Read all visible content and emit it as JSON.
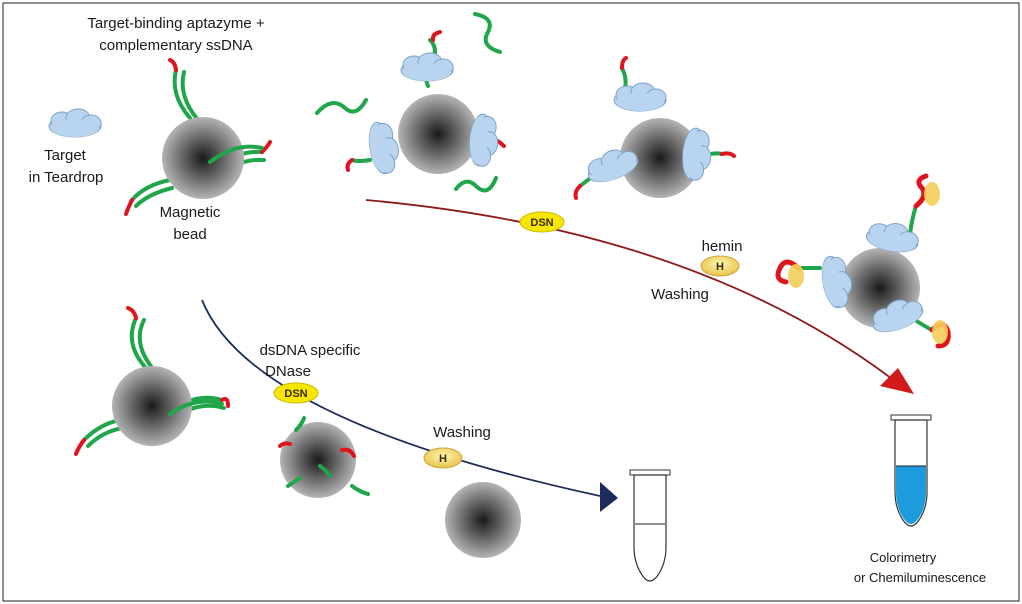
{
  "labels": {
    "aptazyme_line1": "Target-binding aptazyme +",
    "aptazyme_line2": "complementary ssDNA",
    "target_line1": "Target",
    "target_line2": "in Teardrop",
    "bead_line1": "Magnetic",
    "bead_line2": "bead",
    "dsdna_line1": "dsDNA specific",
    "dsdna_line2": "DNase",
    "washing_top": "Washing",
    "washing_bottom": "Washing",
    "hemin": "hemin",
    "readout_line1": "Colorimetry",
    "readout_line2": "or Chemiluminescence"
  },
  "badges": {
    "dsn_top": "DSN",
    "dsn_bottom": "DSN",
    "h_top": "H",
    "h_bottom": "H"
  },
  "colors": {
    "strand_green": "#1fa64a",
    "strand_red": "#e0141e",
    "target_blue": "#b9d4ef",
    "arrow_red": "#8b1a1a",
    "arrow_navy": "#1d2b5a",
    "dsn_yellow": "#f7e600",
    "hemin_yellow": "#f3cf5a",
    "positive_liquid": "#1e9bdc"
  },
  "icons": {
    "target": "cloud-target-icon",
    "bead": "magnetic-bead-icon",
    "tube": "eppendorf-tube-icon"
  }
}
